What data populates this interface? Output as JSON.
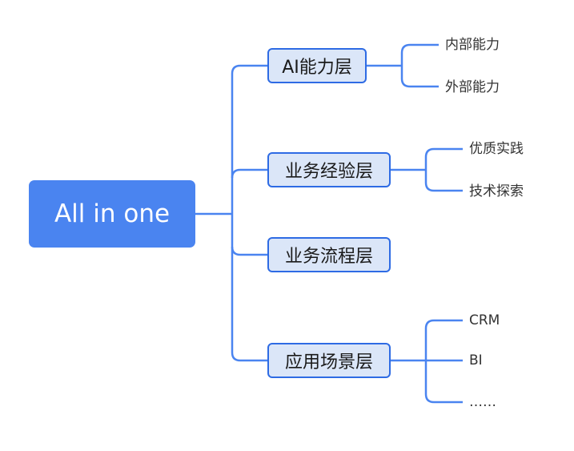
{
  "colors": {
    "connector": "#4a84f0",
    "root_fill": "#4a84f0",
    "branch_fill": "#dbe6f8",
    "branch_border": "#2e6be4"
  },
  "root": {
    "label": "All in one"
  },
  "branches": [
    {
      "label": "AI能力层",
      "children": [
        "内部能力",
        "外部能力"
      ]
    },
    {
      "label": "业务经验层",
      "children": [
        "优质实践",
        "技术探索"
      ]
    },
    {
      "label": "业务流程层",
      "children": []
    },
    {
      "label": "应用场景层",
      "children": [
        "CRM",
        "BI",
        "……"
      ]
    }
  ]
}
